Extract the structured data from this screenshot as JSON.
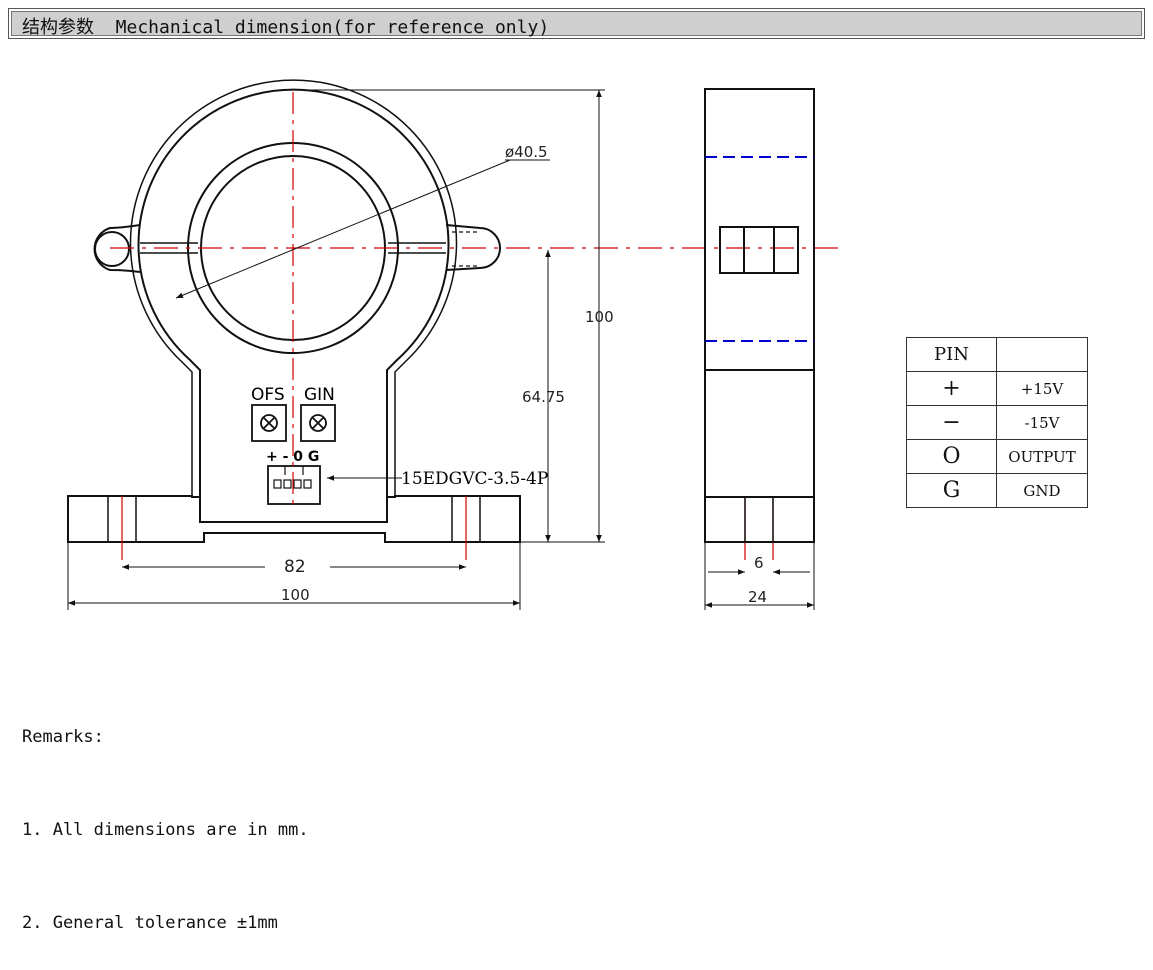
{
  "header": {
    "title": "结构参数  Mechanical dimension(for reference only)"
  },
  "front_view": {
    "diameter_label": "ø40.5",
    "height_label": "100",
    "center_height_label": "64.75",
    "width_label": "100",
    "mount_spacing_label": "82",
    "ofs_label": "OFS",
    "gin_label": "GIN",
    "connector_pins_label": "+ - 0 G",
    "connector_label": "15EDGVC-3.5-4P"
  },
  "side_view": {
    "slot_width_label": "6",
    "depth_label": "24"
  },
  "pin_table": {
    "header": "PIN",
    "rows": [
      {
        "pin": "+",
        "function": "+15V"
      },
      {
        "pin": "−",
        "function": "-15V"
      },
      {
        "pin": "O",
        "function": "OUTPUT"
      },
      {
        "pin": "G",
        "function": "GND"
      }
    ]
  },
  "remarks": {
    "title": "Remarks:",
    "items": [
      "1. All dimensions are in mm.",
      "2. General tolerance ±1mm"
    ]
  },
  "colors": {
    "centerline": "#d40000",
    "hidden_line": "#0000cc",
    "outline": "#111111"
  }
}
